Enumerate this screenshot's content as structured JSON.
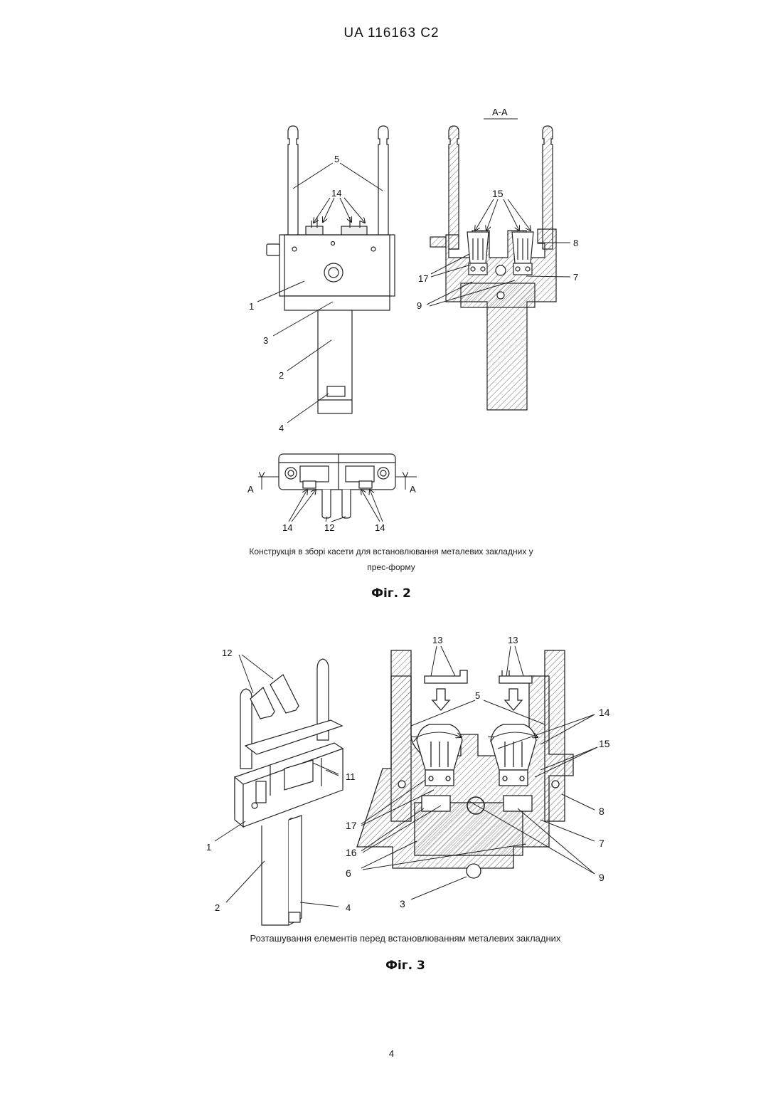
{
  "header": "UA   116163   C2",
  "fig2": {
    "section_label": "A-A",
    "labels": {
      "l5": "5",
      "l14": "14",
      "l1": "1",
      "l3": "3",
      "l2": "2",
      "l4": "4",
      "l15": "15",
      "l8": "8",
      "l17": "17",
      "l7": "7",
      "l9": "9",
      "l12": "12",
      "lA": "A"
    },
    "caption_line1": "Конструкція в зборі касети для встановлювання металевих закладних у",
    "caption_line2": "прес-форму",
    "figure": "Фіг. 2"
  },
  "fig3": {
    "labels": {
      "l12": "12",
      "l11": "11",
      "l1": "1",
      "l2": "2",
      "l4": "4",
      "l13": "13",
      "l5": "5",
      "l14": "14",
      "l15": "15",
      "l8": "8",
      "l7": "7",
      "l17": "17",
      "l16": "16",
      "l6": "6",
      "l9": "9",
      "l3": "3"
    },
    "caption": "Розташування елементів перед встановлюванням металевих закладних",
    "figure": "Фіг. 3"
  },
  "page_number": "4"
}
